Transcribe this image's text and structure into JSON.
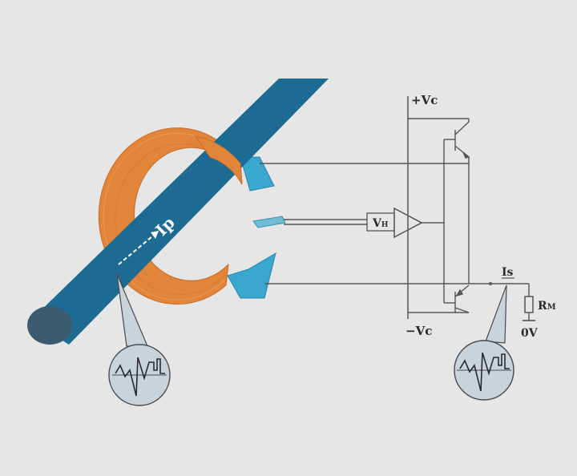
{
  "colors": {
    "background": "#e6e6e6",
    "conductor": "#1d6a93",
    "conductor_end": "#3c5a70",
    "core": "#e0853a",
    "hall_element": "#39a7d0",
    "wire": "#555555",
    "rail": "#6a5a5a",
    "bubble_fill": "#c9d3db",
    "bubble_stroke": "#4a4a4a"
  },
  "labels": {
    "primary_current": "Ip",
    "hall_voltage_main": "V",
    "hall_voltage_sub": "H",
    "positive_supply": "+Vc",
    "negative_supply": "−Vc",
    "secondary_current": "Is",
    "measuring_resistor_main": "R",
    "measuring_resistor_sub": "M",
    "ground": "0V"
  }
}
